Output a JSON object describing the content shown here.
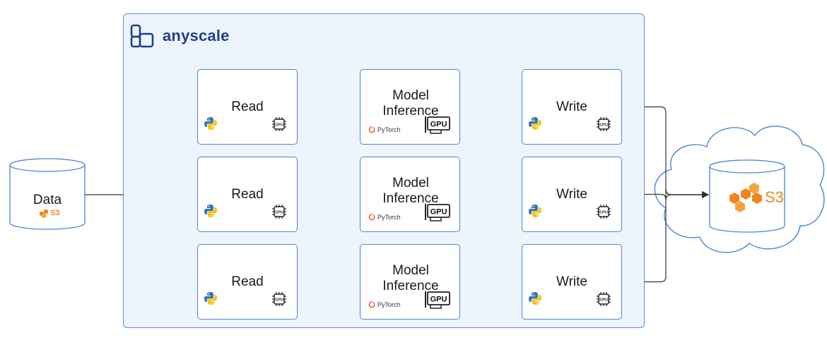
{
  "brand": {
    "name": "anyscale"
  },
  "source": {
    "label": "Data",
    "storage": "S3"
  },
  "sink": {
    "storage": "S3"
  },
  "pipelines": [
    {
      "read": "Read",
      "inference": "Model Inference",
      "write": "Write"
    },
    {
      "read": "Read",
      "inference": "Model Inference",
      "write": "Write"
    },
    {
      "read": "Read",
      "inference": "Model Inference",
      "write": "Write"
    }
  ],
  "badges": {
    "cpu": "CPU",
    "gpu": "GPU",
    "framework": "PyTorch"
  },
  "colors": {
    "panel_bg": "#eef4fc",
    "border_blue": "#4a86d6",
    "brand_navy": "#1f3f88",
    "aws_orange": "#f0851f",
    "pytorch_red": "#ee4c2c"
  }
}
